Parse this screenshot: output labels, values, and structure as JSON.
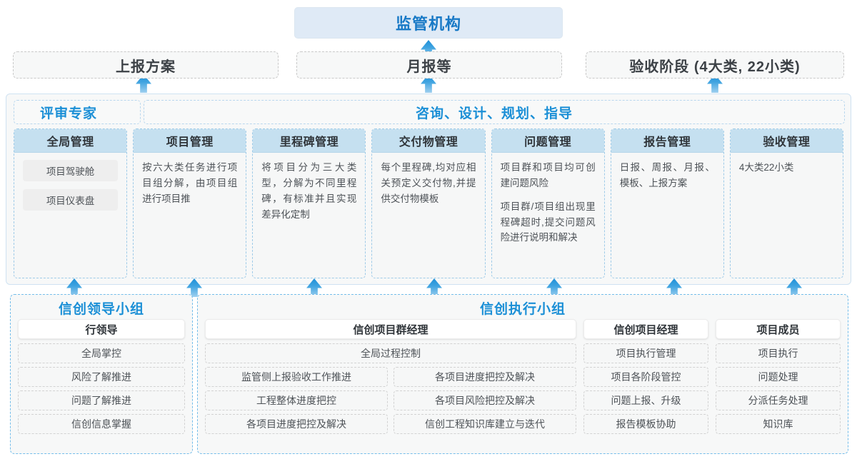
{
  "top": {
    "regulator": "监管机构",
    "submissions": [
      {
        "label": "上报方案"
      },
      {
        "label": "月报等"
      },
      {
        "label": "验收阶段 (4大类, 22小类)"
      }
    ]
  },
  "middle": {
    "band_left": "评审专家",
    "band_right": "咨询、设计、规划、指导",
    "columns": [
      {
        "head": "全局管理",
        "paras": [],
        "pills": [
          "项目驾驶舱",
          "项目仪表盘"
        ]
      },
      {
        "head": "项目管理",
        "paras": [
          "按六大类任务进行项目组分解，由项目组进行项目推"
        ],
        "pills": []
      },
      {
        "head": "里程碑管理",
        "paras": [
          "将项目分为三大类型，分解为不同里程碑，有标准并且实现差异化定制"
        ],
        "pills": []
      },
      {
        "head": "交付物管理",
        "paras": [
          "每个里程碑,均对应相关预定义交付物,并提供交付物模板"
        ],
        "pills": []
      },
      {
        "head": "问题管理",
        "paras": [
          "项目群和项目均可创建问题风险",
          "项目群/项目组出现里程碑超时,提交问题风险进行说明和解决"
        ],
        "pills": []
      },
      {
        "head": "报告管理",
        "paras": [
          "日报、周报、月报、模板、上报方案"
        ],
        "pills": []
      },
      {
        "head": "验收管理",
        "paras": [
          "4大类22小类"
        ],
        "pills": []
      }
    ]
  },
  "bottom": {
    "leading_group": {
      "title": "信创领导小组",
      "role": "行领导",
      "tasks": [
        "全局掌控",
        "风险了解推进",
        "问题了解推进",
        "信创信息掌握"
      ]
    },
    "exec_group": {
      "title": "信创执行小组",
      "program_manager": {
        "role": "信创项目群经理",
        "wide_task": "全局过程控制",
        "left_tasks": [
          "监管侧上报验收工作推进",
          "工程整体进度把控",
          "各项目进度把控及解决"
        ],
        "right_tasks": [
          "各项目进度把控及解决",
          "各项目风险把控及解决",
          "信创工程知识库建立与迭代"
        ]
      },
      "project_manager": {
        "role": "信创项目经理",
        "tasks": [
          "项目执行管理",
          "项目各阶段管控",
          "问题上报、升级",
          "报告模板协助"
        ]
      },
      "project_member": {
        "role": "项目成员",
        "tasks": [
          "项目执行",
          "问题处理",
          "分派任务处理",
          "知识库"
        ]
      }
    }
  },
  "icons": {
    "arrow_up": "arrow-up-icon"
  },
  "colors": {
    "accent_blue": "#1b8fd6",
    "header_blue": "#c5e0f0",
    "regulator_bg": "#dfeaf6",
    "panel_bg": "#f7f8f8"
  }
}
